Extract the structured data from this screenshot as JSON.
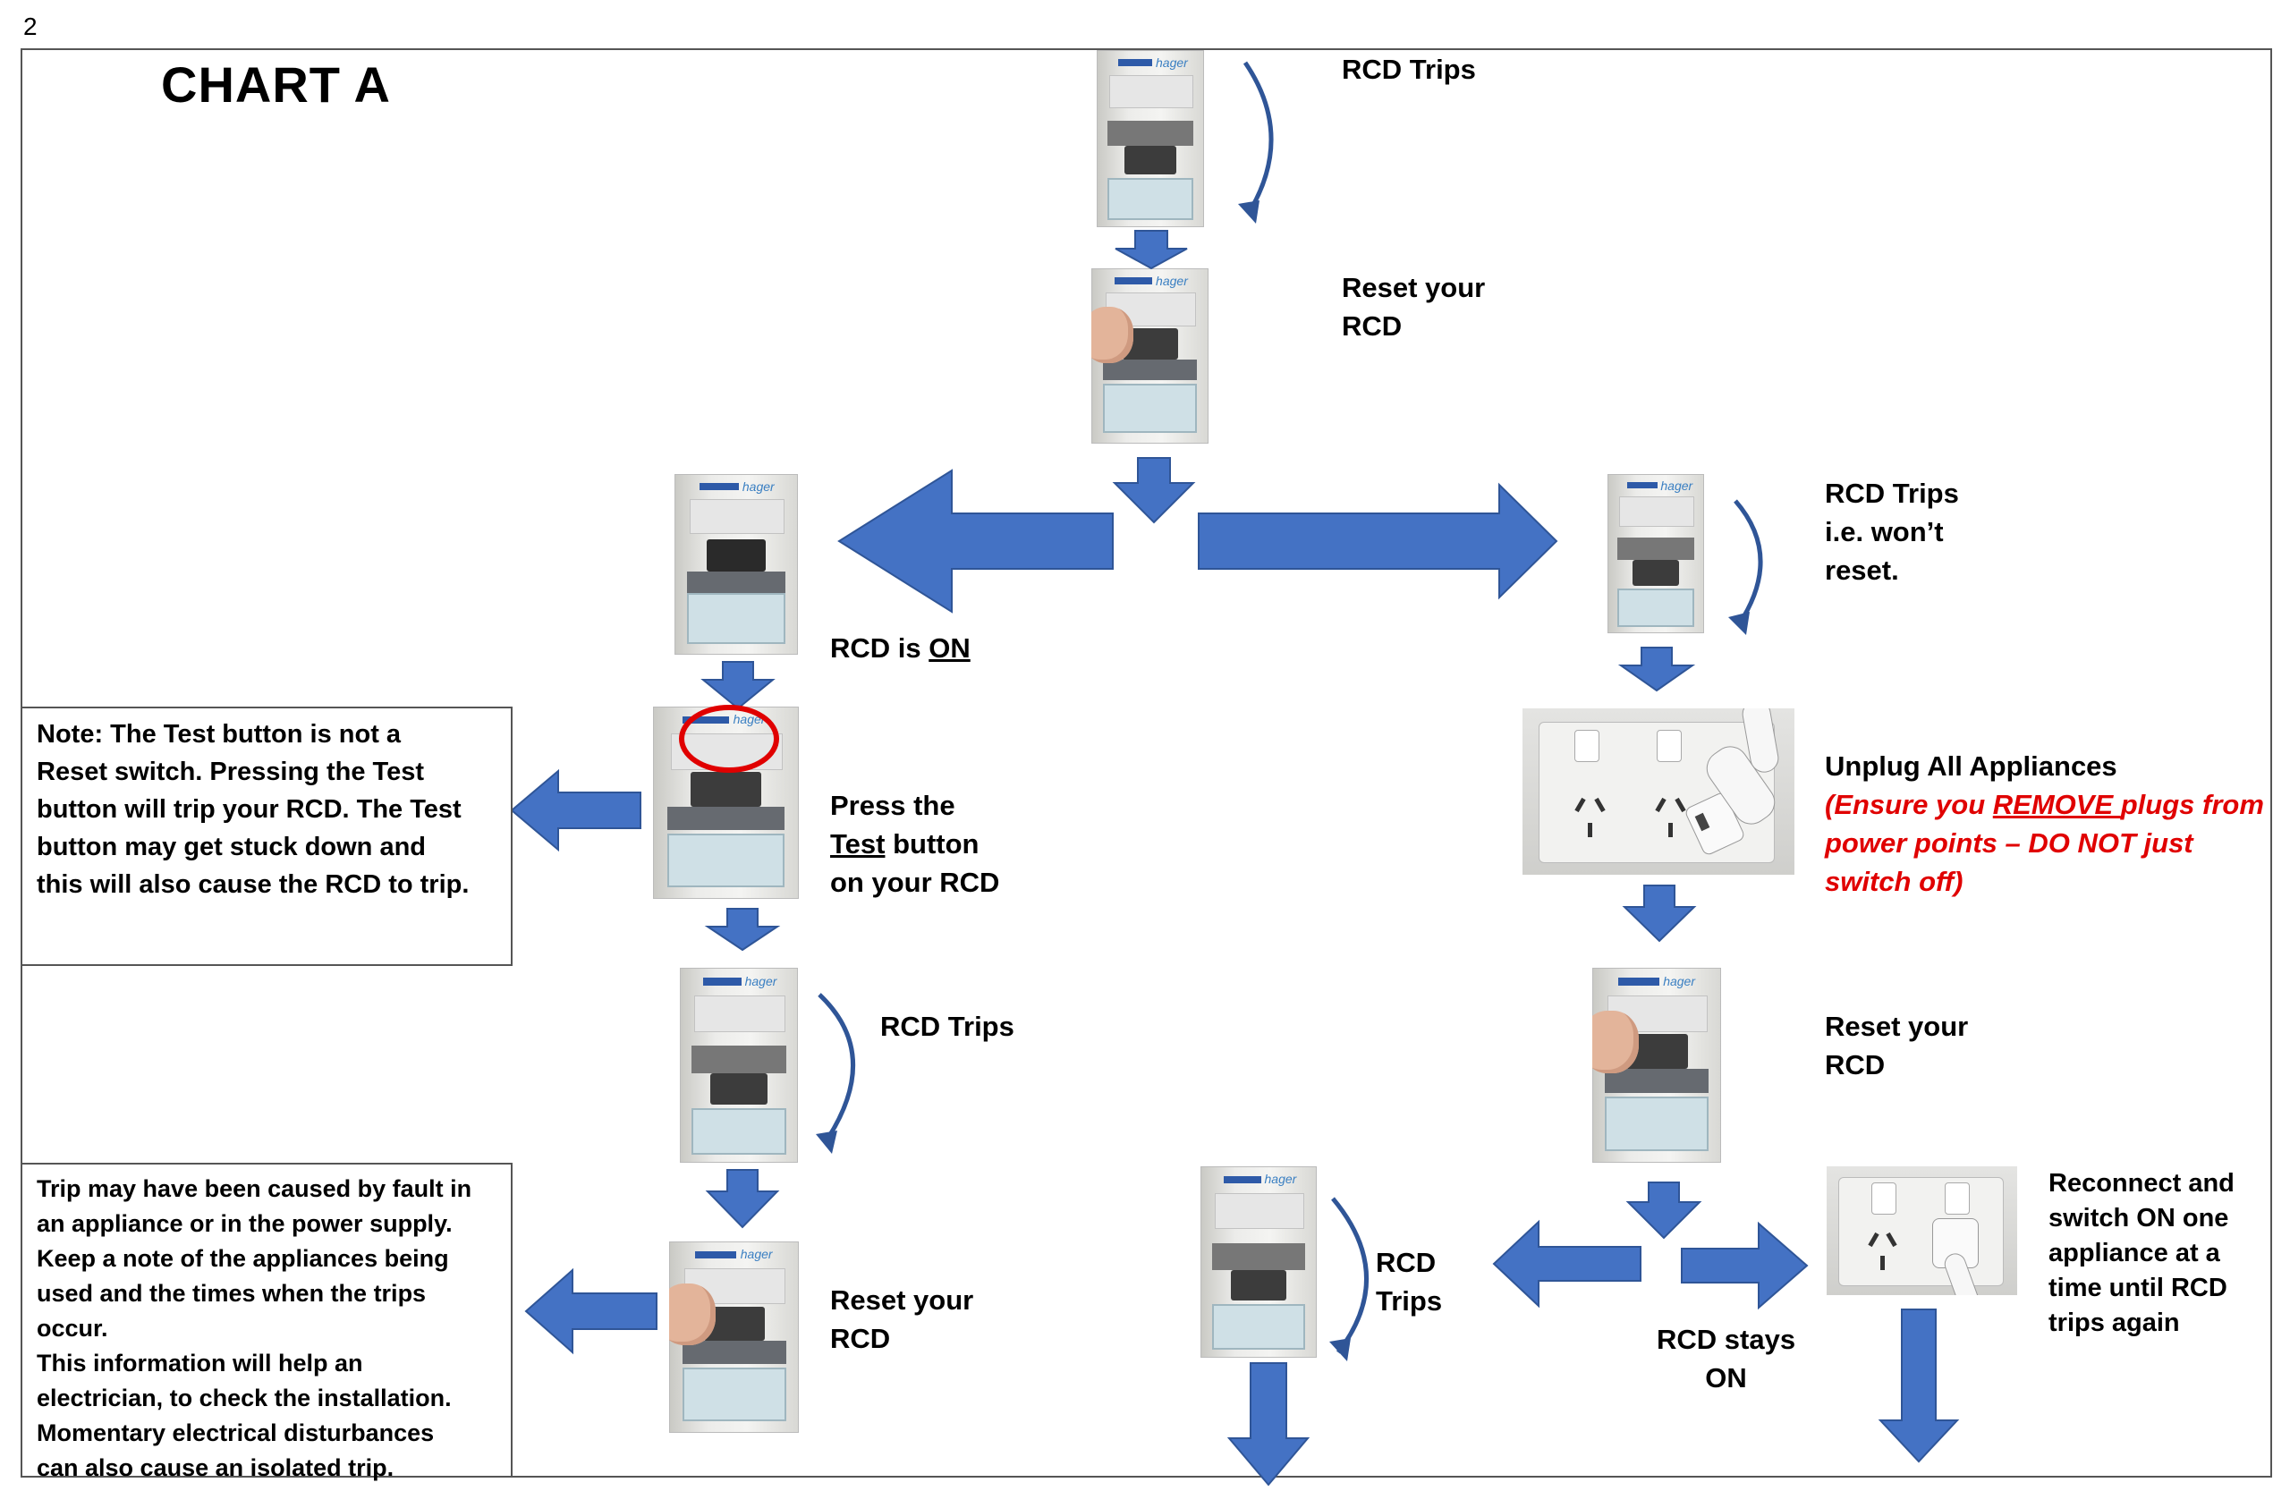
{
  "page_number": "2",
  "title": "CHART A",
  "colors": {
    "arrow_blue": "#4472c4",
    "arrow_dark": "#2f5597",
    "warning_red": "#e00000",
    "circle_red": "#e00000"
  },
  "steps": {
    "rcd_trips_top": "RCD Trips",
    "reset_top": "Reset your\nRCD",
    "rcd_is": "RCD is ",
    "rcd_is_on": "ON",
    "press_pre": "Press the",
    "press_test": "Test",
    "press_post": " button",
    "press_line3": "on your RCD",
    "rcd_trips_mid_left": "RCD Trips",
    "reset_bottom_left": "Reset your\nRCD",
    "rcd_trips_wont_reset": "RCD Trips\ni.e. won’t\nreset.",
    "unplug_title": "Unplug All Appliances",
    "unplug_warn_1": "(Ensure you ",
    "unplug_warn_remove": "REMOVE ",
    "unplug_warn_2": "plugs from\npower points – DO NOT just\nswitch off)",
    "reset_right": "Reset your\nRCD",
    "rcd_trips_bottom_mid": "RCD\nTrips",
    "rcd_stays_on": "RCD stays\nON",
    "reconnect": "Reconnect and\nswitch ON one\nappliance at a\ntime until RCD\ntrips again"
  },
  "notes": {
    "test_button_note": "Note: The Test button is not a\nReset switch. Pressing the Test\nbutton will trip your RCD. The Test\nbutton may get stuck down and\nthis will also cause the RCD to trip.",
    "trip_cause_note": "Trip may have been caused by fault in\nan appliance or in the power supply.\nKeep a note of the appliances being\nused and the times when the trips\noccur.\nThis information will help an\nelectrician, to check the installation.\nMomentary electrical disturbances\ncan also cause an isolated trip."
  },
  "images": {
    "rcd_brand": "hager",
    "rcd_tripped": "rcd-tripped-photo",
    "rcd_reset": "rcd-reset-finger-photo",
    "rcd_on": "rcd-on-photo",
    "power_point": "power-point-photo"
  }
}
